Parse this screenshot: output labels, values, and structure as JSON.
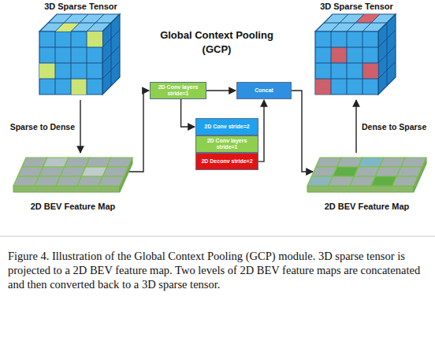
{
  "diagram": {
    "title": "Global Context Pooling (GCP)",
    "caption": "Figure 4. Illustration of the Global Context Pooling (GCP) module. 3D sparse tensor is projected to a 2D BEV feature map. Two levels of 2D BEV feature maps are concatenated and then converted back to a 3D sparse tensor.",
    "nodes": [
      {
        "text": [
          "3D Sparse Tensor"
        ]
      },
      {
        "text": [
          "2D BEV Feature Map"
        ]
      },
      {
        "text": [
          "2D Conv layers stride=1"
        ]
      },
      {
        "text": [
          "Concat"
        ]
      },
      {
        "text": [
          "2D Conv stride=2"
        ]
      },
      {
        "text": [
          "2D Conv layers stride=1"
        ]
      },
      {
        "text": [
          "2D Deconv stride=2"
        ]
      },
      {
        "text": [
          "2D BEV Feature Map"
        ]
      },
      {
        "text": [
          "3D Sparse Tensor"
        ]
      }
    ],
    "edges": [
      {
        "from": 0,
        "to": 1,
        "arrow": "to",
        "label": "Sparse to Dense"
      },
      {
        "from": 1,
        "to": 2,
        "arrow": "to"
      },
      {
        "from": 2,
        "to": 3,
        "arrow": "to"
      },
      {
        "from": 2,
        "to": 4,
        "arrow": "to"
      },
      {
        "from": 6,
        "to": 3,
        "arrow": "to"
      },
      {
        "from": 3,
        "to": 7,
        "arrow": "to"
      },
      {
        "from": 7,
        "to": 8,
        "arrow": "to",
        "label": "Dense to Sparse"
      }
    ]
  }
}
